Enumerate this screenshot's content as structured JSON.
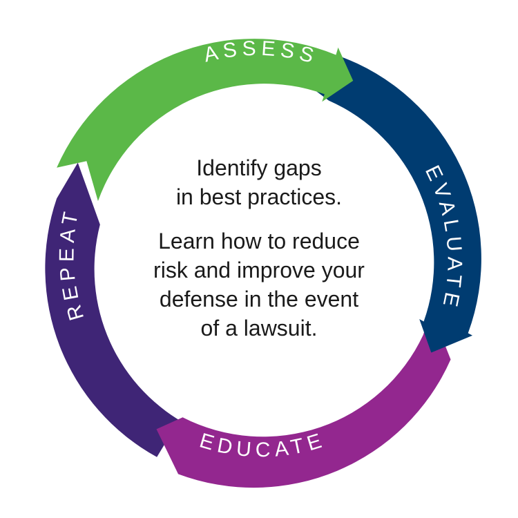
{
  "cycle": {
    "stages": [
      {
        "key": "assess",
        "label": "ASSESS",
        "color": "#5bb848"
      },
      {
        "key": "evaluate",
        "label": "EVALUATE",
        "color": "#003c71"
      },
      {
        "key": "educate",
        "label": "EDUCATE",
        "color": "#93278f"
      },
      {
        "key": "repeat",
        "label": "REPEAT",
        "color": "#3f2576"
      }
    ]
  },
  "center": {
    "heading_line1": "Identify gaps",
    "heading_line2": "in best practices.",
    "body_line1": "Learn how to reduce",
    "body_line2": "risk and improve your",
    "body_line3": "defense in the event",
    "body_line4": "of a lawsuit."
  }
}
